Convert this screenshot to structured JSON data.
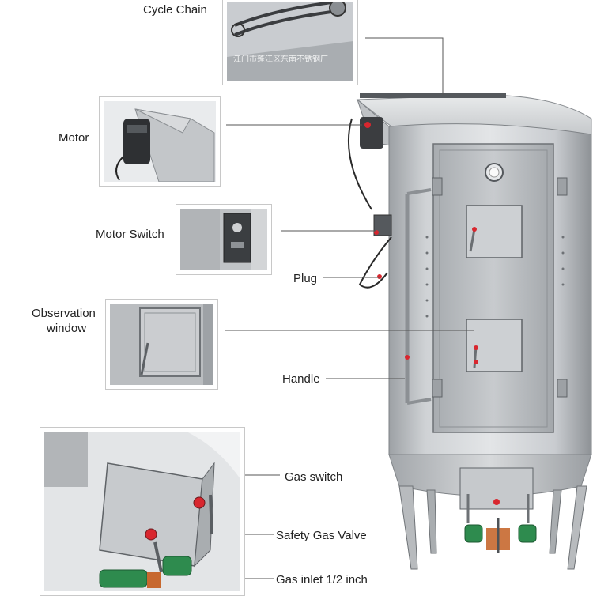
{
  "callouts": {
    "cycle_chain": "Cycle Chain",
    "motor": "Motor",
    "motor_switch": "Motor Switch",
    "plug": "Plug",
    "observation_window_line1": "Observation",
    "observation_window_line2": "window",
    "handle": "Handle",
    "gas_switch": "Gas switch",
    "safety_gas_valve": "Safety Gas Valve",
    "gas_inlet": "Gas inlet 1/2 inch"
  },
  "watermark": "江门市蓬江区东南不锈钢厂",
  "colors": {
    "steel_light": "#d4d7d9",
    "steel_mid": "#b3b7ba",
    "steel_dark": "#7d8186",
    "callout_dot": "#d8262e",
    "valve_green": "#2e8b4e"
  }
}
